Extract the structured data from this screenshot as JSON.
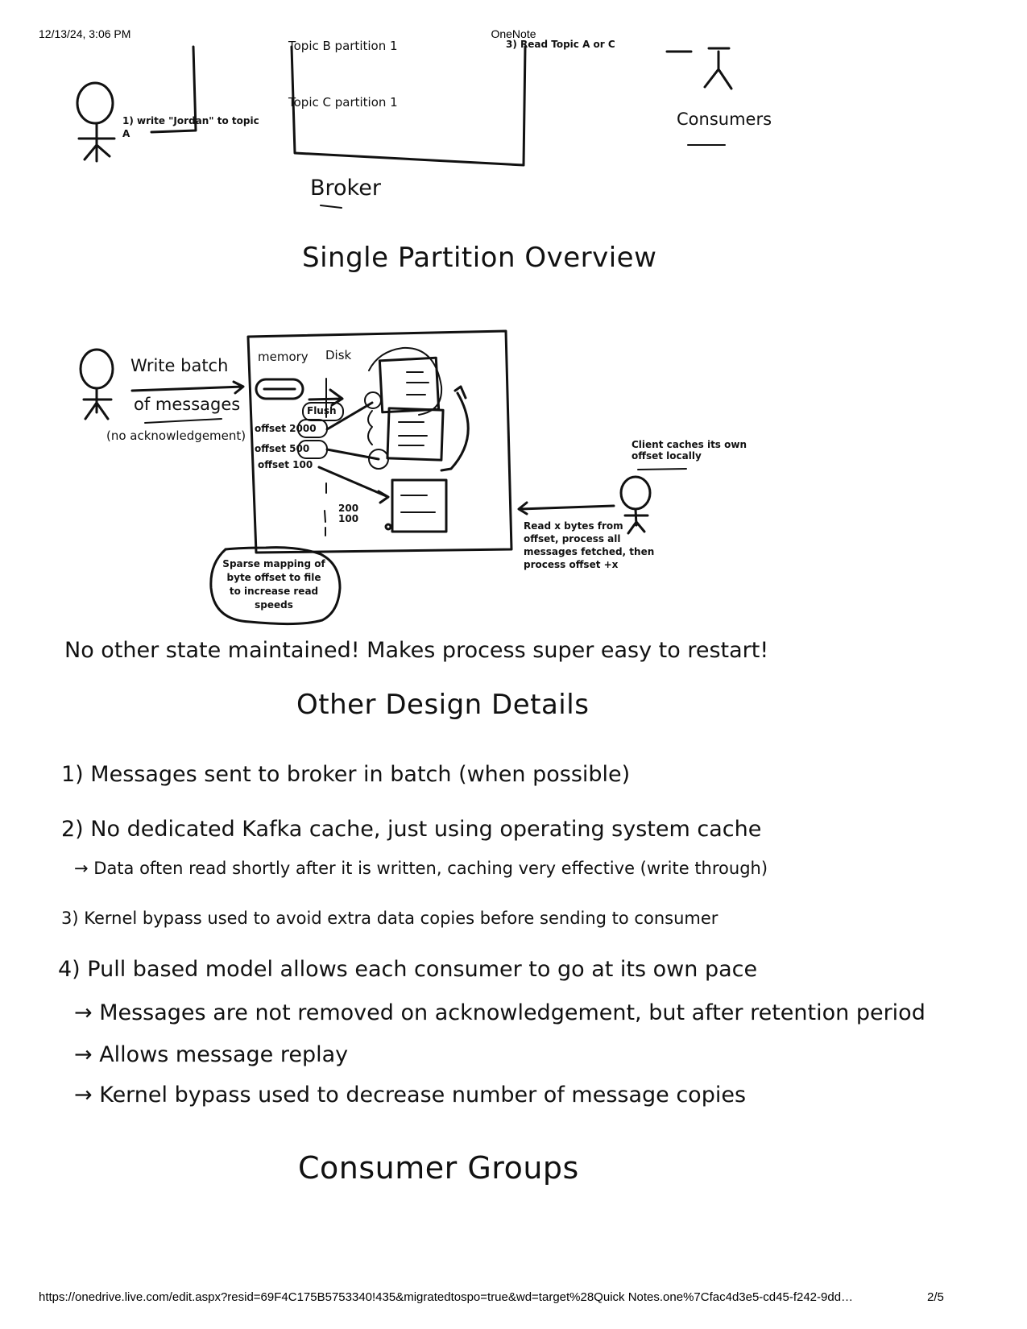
{
  "header": {
    "datetime": "12/13/24, 3:06 PM",
    "app": "OneNote"
  },
  "footer": {
    "url": "https://onedrive.live.com/edit.aspx?resid=69F4C175B5753340!435&migratedtospo=true&wd=target%28Quick Notes.one%7Cfac4d3e5-cd45-f242-9dd…",
    "page": "2/5"
  },
  "top_diagram": {
    "topic_b_text": "Topic B partition 1",
    "topic_c_text": "Topic C partition 1",
    "read_text": "3) Read Topic A or C",
    "write_step": "1) write \"Jordan\" to topic A",
    "consumers_label": "Consumers",
    "broker_label": "Broker"
  },
  "partition_overview": {
    "title": "Single Partition Overview",
    "write_batch_line1": "Write batch",
    "write_batch_line2": "of messages",
    "no_ack": "(no acknowledgement)",
    "memory_label": "memory",
    "disk_label": "Disk",
    "flush_label": "Flush",
    "offset_2000": "offset 2000",
    "offset_500": "offset 500",
    "offset_100": "offset 100",
    "small_nums": "200 100",
    "client_caches": "Client caches its own offset locally",
    "read_bytes": "Read x bytes from offset, process all messages fetched, then process offset +x",
    "sparse_mapping": "Sparse mapping of byte offset to file to increase read speeds",
    "no_other_state": "No other state maintained! Makes process super easy to restart!"
  },
  "design_details": {
    "title": "Other Design Details",
    "item1": "1) Messages sent to broker in batch (when possible)",
    "item2": "2) No dedicated Kafka cache, just using operating system cache",
    "item2_sub": "→ Data often read shortly after it is written, caching very effective (write through)",
    "item3": "3) Kernel bypass used to avoid extra data copies before sending to consumer",
    "item4": "4) Pull based model allows each consumer to go at its own pace",
    "item4_sub1": "→ Messages are not removed on acknowledgement, but after retention period",
    "item4_sub2": "→ Allows message replay",
    "item4_sub3": "→ Kernel bypass used to decrease number of message copies"
  },
  "consumer_groups": {
    "title": "Consumer Groups"
  }
}
